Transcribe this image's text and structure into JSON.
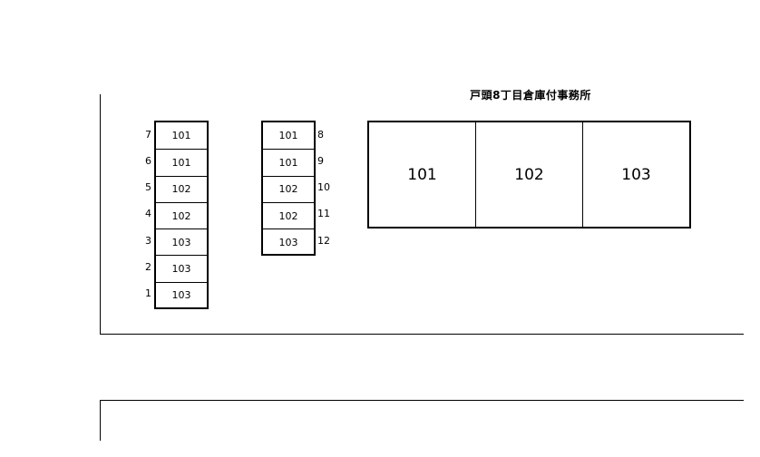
{
  "building": {
    "title": "戸頭8丁目倉庫付事務所",
    "units": [
      "101",
      "102",
      "103"
    ]
  },
  "parking_left": [
    {
      "number": "7",
      "unit": "101"
    },
    {
      "number": "6",
      "unit": "101"
    },
    {
      "number": "5",
      "unit": "102"
    },
    {
      "number": "4",
      "unit": "102"
    },
    {
      "number": "3",
      "unit": "103"
    },
    {
      "number": "2",
      "unit": "103"
    },
    {
      "number": "1",
      "unit": "103"
    }
  ],
  "parking_right": [
    {
      "number": "8",
      "unit": "101"
    },
    {
      "number": "9",
      "unit": "101"
    },
    {
      "number": "10",
      "unit": "102"
    },
    {
      "number": "11",
      "unit": "102"
    },
    {
      "number": "12",
      "unit": "103"
    }
  ]
}
